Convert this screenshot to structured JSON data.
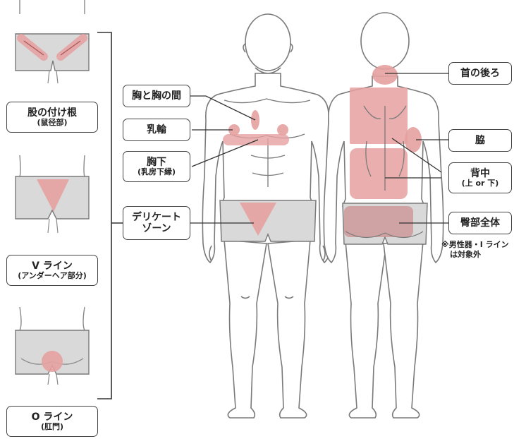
{
  "labels": {
    "groin": {
      "title": "股の付け根",
      "sub": "(鼠径部)"
    },
    "vline": {
      "title": "V ライン",
      "sub": "(アンダーヘア部分)"
    },
    "oline": {
      "title": "O ライン",
      "sub": "(肛門)"
    },
    "between_chest": {
      "title": "胸と胸の間"
    },
    "nipple": {
      "title": "乳輪"
    },
    "under_chest": {
      "title": "胸下",
      "sub": "(乳房下縁)"
    },
    "delicate": {
      "title": "デリケート",
      "title2": "ゾーン"
    },
    "neck_back": {
      "title": "首の後ろ"
    },
    "armpit": {
      "title": "脇"
    },
    "back": {
      "title": "背中",
      "sub": "(上 or 下)"
    },
    "buttocks": {
      "title": "臀部全体"
    }
  },
  "note": {
    "line1": "※男性器・I ライン",
    "line2": "は対象外"
  },
  "colors": {
    "highlight": "#e6a0a0",
    "shorts": "#d9d9d9",
    "outline": "#7a7a7a"
  }
}
